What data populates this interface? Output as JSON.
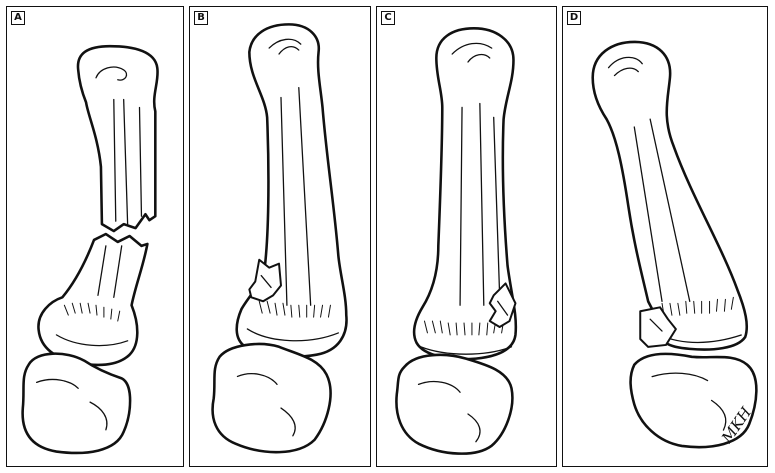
{
  "panels": [
    {
      "label": "A"
    },
    {
      "label": "B"
    },
    {
      "label": "C"
    },
    {
      "label": "D"
    }
  ],
  "signature": "MKH"
}
